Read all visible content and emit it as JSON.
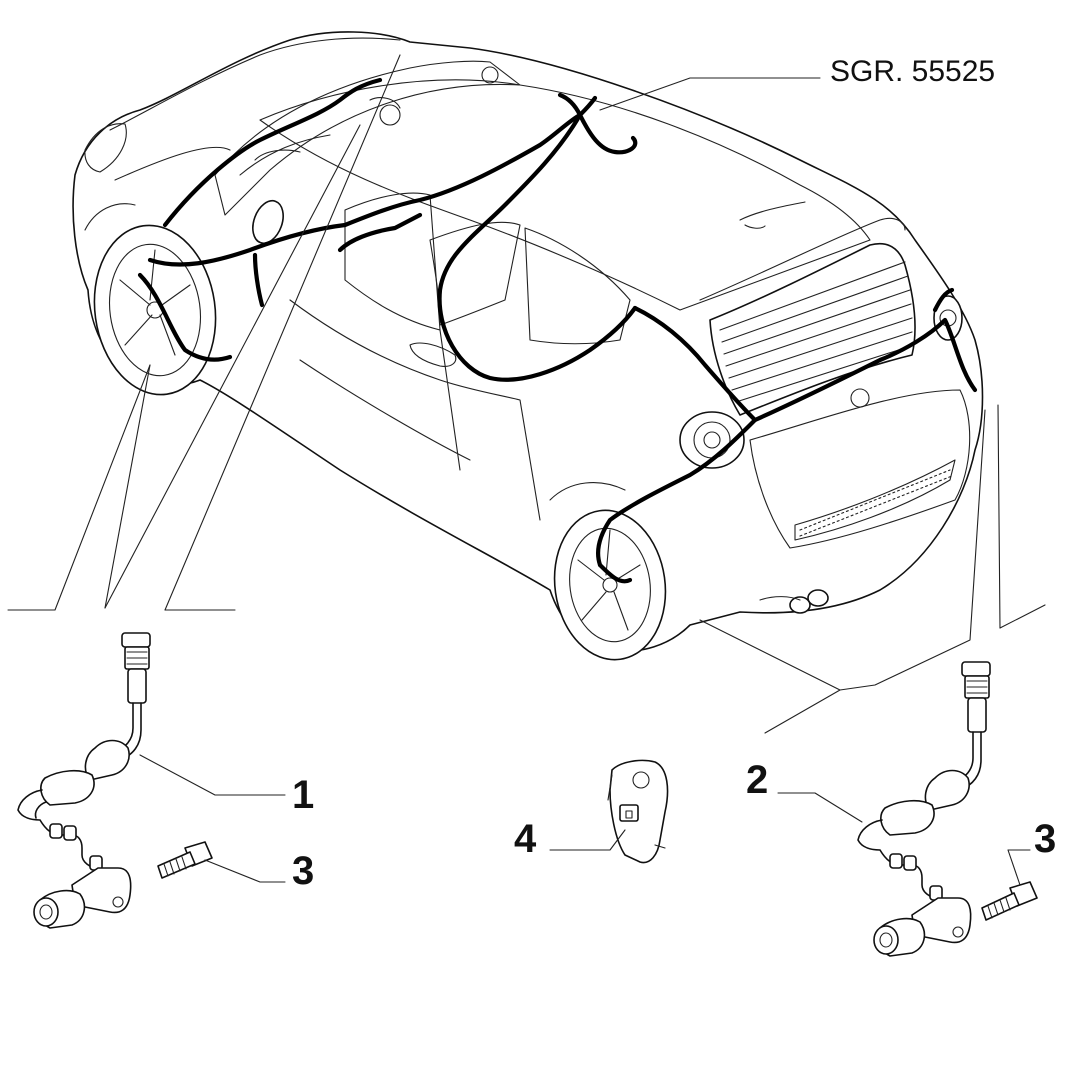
{
  "callouts": {
    "ref": "SGR. 55525",
    "part1": "1",
    "part2": "2",
    "part3a": "3",
    "part3b": "3",
    "part4": "4"
  }
}
